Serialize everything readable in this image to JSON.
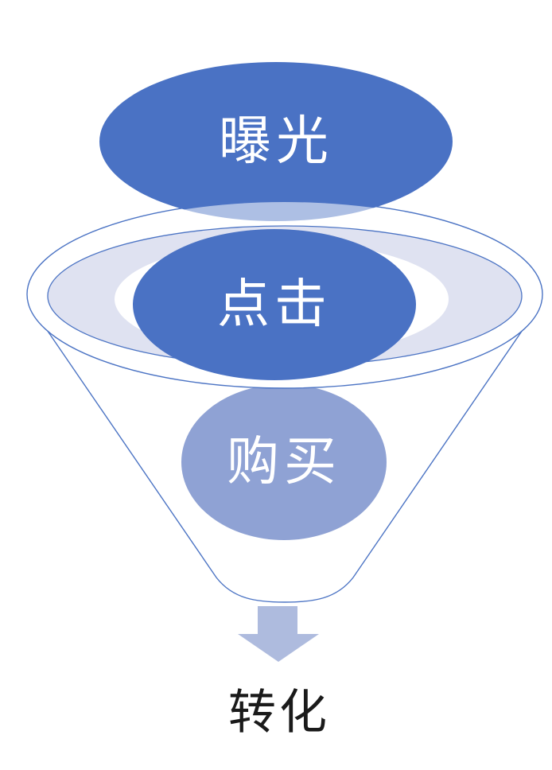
{
  "diagram": {
    "type": "funnel",
    "stages": [
      {
        "label": "曝光",
        "fill": "#4A72C4",
        "text_color": "#FFFFFF"
      },
      {
        "label": "点击",
        "fill": "#4A72C4",
        "text_color": "#FFFFFF"
      },
      {
        "label": "购买",
        "fill": "#8FA2D4",
        "text_color": "#FFFFFF"
      }
    ],
    "result_label": "转化",
    "colors": {
      "outline_stroke": "#4C74C4",
      "bowl_surface_fill": "#DFE2F1",
      "arrow_fill": "#AEBBDE",
      "caption_color": "#1A1A1A",
      "background": "#FFFFFF"
    }
  }
}
